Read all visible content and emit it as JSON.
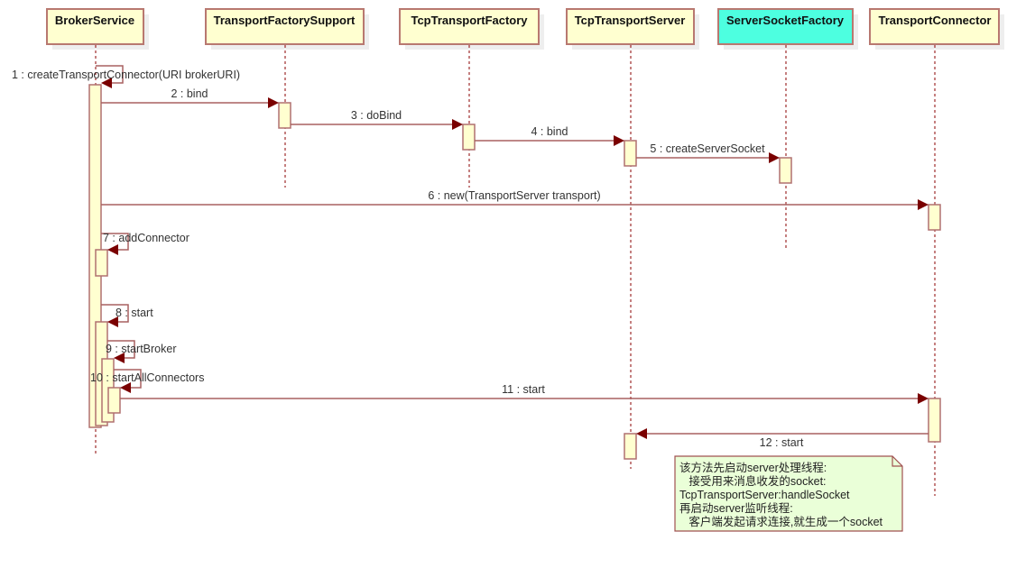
{
  "participants": [
    {
      "name": "BrokerService"
    },
    {
      "name": "TransportFactorySupport"
    },
    {
      "name": "TcpTransportFactory"
    },
    {
      "name": "TcpTransportServer"
    },
    {
      "name": "ServerSocketFactory",
      "color": "#4dffe0"
    },
    {
      "name": "TransportConnector"
    }
  ],
  "messages": [
    {
      "label": "1 : createTransportConnector(URI brokerURI)"
    },
    {
      "label": "2 : bind"
    },
    {
      "label": "3 : doBind"
    },
    {
      "label": "4 : bind"
    },
    {
      "label": "5 : createServerSocket"
    },
    {
      "label": "6 : new(TransportServer transport)"
    },
    {
      "label": "7 : addConnector"
    },
    {
      "label": "8 : start"
    },
    {
      "label": "9 : startBroker"
    },
    {
      "label": "10 : startAllConnectors"
    },
    {
      "label": "11 : start"
    },
    {
      "label": "12 : start"
    }
  ],
  "note": {
    "lines": [
      "该方法先启动server处理线程:",
      "   接受用来消息收发的socket:",
      "TcpTransportServer:handleSocket",
      "再启动server监听线程:",
      "   客户端发起请求连接,就生成一个socket"
    ]
  }
}
